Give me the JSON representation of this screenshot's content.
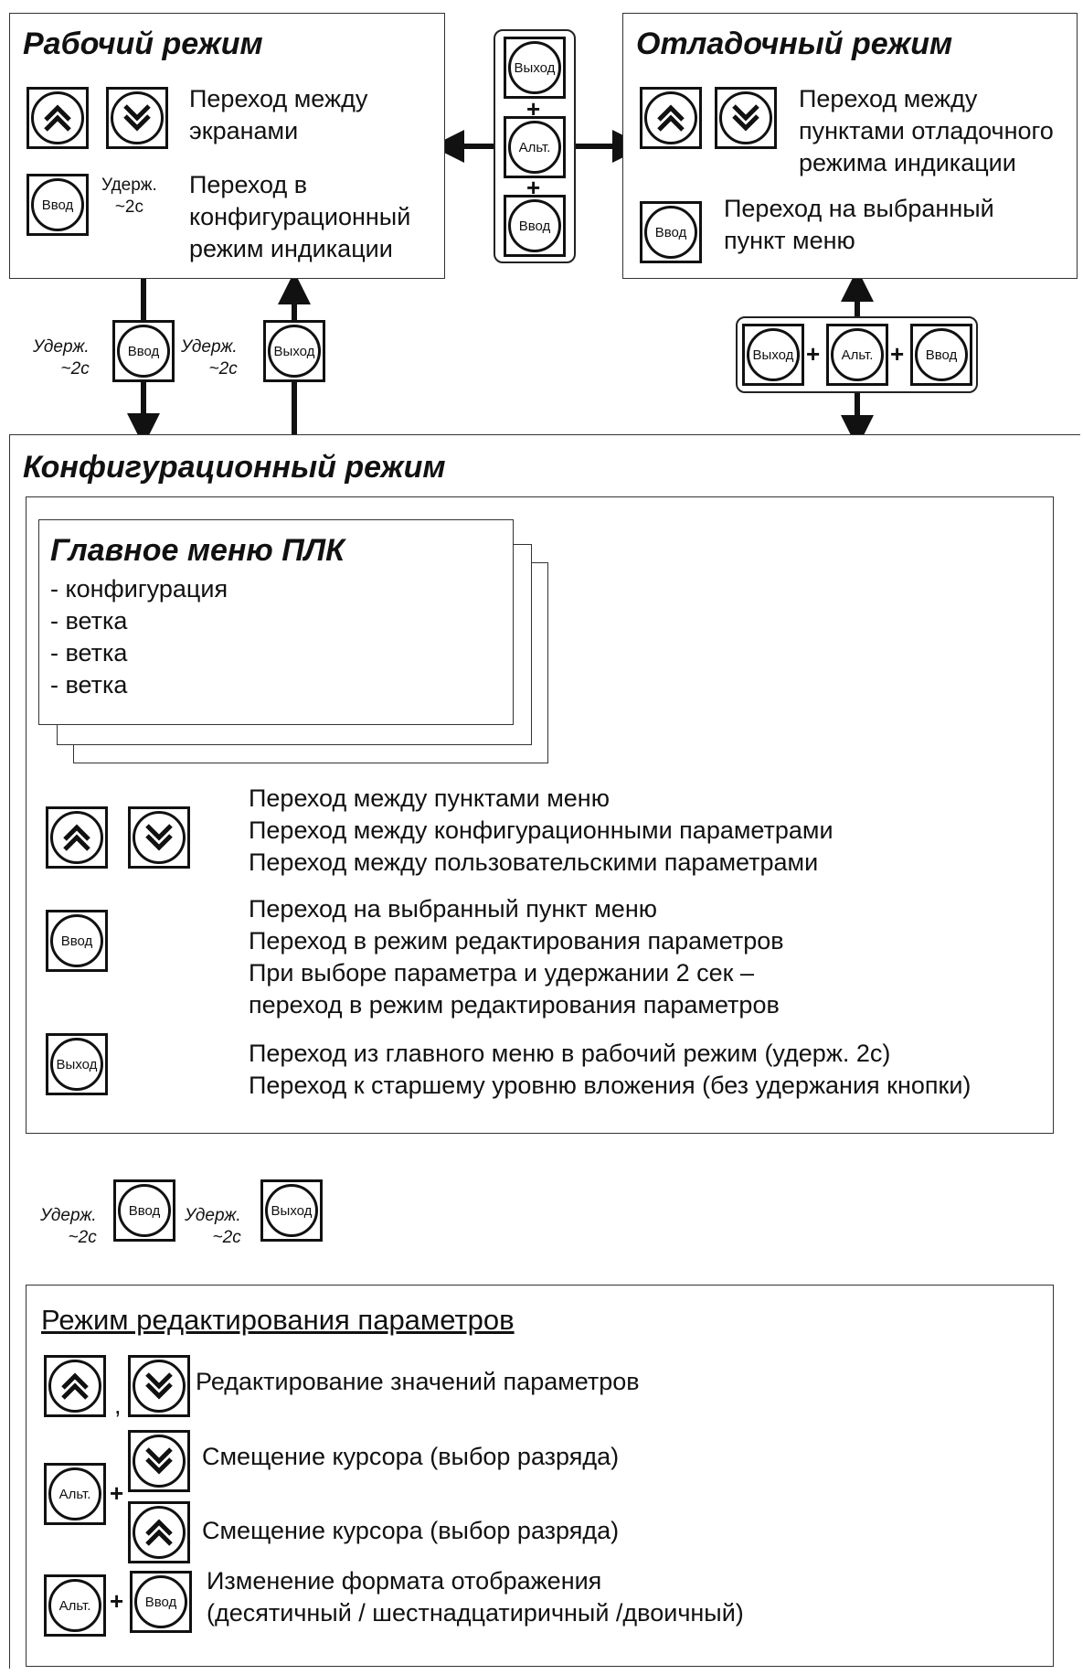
{
  "keys": {
    "enter": "Ввод",
    "exit": "Выход",
    "alt": "Альт."
  },
  "work_mode": {
    "title": "Рабочий режим",
    "updown_desc": [
      "Переход между",
      "экранами"
    ],
    "hold_label": [
      "Удерж.",
      "~2с"
    ],
    "enter_desc": [
      "Переход в",
      "конфигурационный",
      "режим индикации"
    ]
  },
  "debug_mode": {
    "title": "Отладочный режим",
    "updown_desc": [
      "Переход между",
      "пунктами отладочного",
      "режима индикации"
    ],
    "enter_desc": [
      "Переход на выбранный",
      "пункт меню"
    ]
  },
  "transitions": {
    "hold_label": [
      "Удерж.",
      "~2с"
    ],
    "plus": "+"
  },
  "config_mode": {
    "title": "Конфигурационный режим",
    "menu_title": "Главное меню ПЛК",
    "menu_items": [
      "- конфигурация",
      "- ветка",
      "- ветка",
      "- ветка"
    ],
    "updown_desc": [
      "Переход между пунктами меню",
      "Переход между конфигурационными параметрами",
      "Переход между пользовательскими параметрами"
    ],
    "enter_desc": [
      "Переход на выбранный пункт меню",
      "Переход в режим редактирования параметров",
      "При выборе параметра и удержании 2 сек –",
      "переход в режим редактирования параметров"
    ],
    "exit_desc": [
      "Переход из главного меню в рабочий режим (удерж.  2с)",
      "Переход к старшему уровню вложения (без удержания кнопки)"
    ]
  },
  "edit_mode": {
    "title": "Режим редактирования параметров",
    "comma": ",",
    "edit_values": "Редактирование значений параметров",
    "cursor_shift_1": "Смещение курсора (выбор разряда)",
    "cursor_shift_2": "Смещение курсора (выбор разряда)",
    "format_desc": [
      "Изменение формата отображения",
      "(десятичный / шестнадцатиричный /двоичный)"
    ]
  }
}
